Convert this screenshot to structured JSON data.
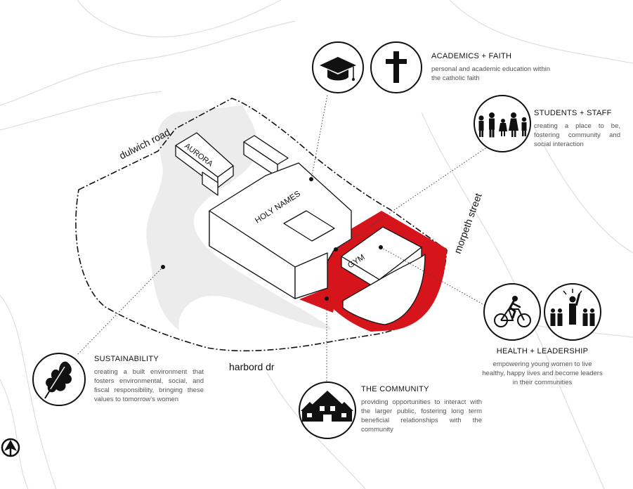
{
  "labels": {
    "aurora": "AURORA",
    "holy_names": "HOLY NAMES",
    "gym": "GYM",
    "dulwich": "dulwich road",
    "morpeth": "morpeth street",
    "harbord": "harbord dr"
  },
  "blocks": {
    "academics": {
      "title": "ACADEMICS + FAITH",
      "text": "personal and academic education within the catholic faith"
    },
    "students": {
      "title": "STUDENTS + STAFF",
      "text": "creating a place to be, fostering community and social interaction"
    },
    "health": {
      "title": "HEALTH + LEADERSHIP",
      "text": "empowering young women to live healthy, happy lives and become leaders in their communities"
    },
    "community": {
      "title": "THE COMMUNITY",
      "text": "providing opportunities to interact with the larger public, fostering long term beneficial relationships with the community"
    },
    "sustainability": {
      "title": "SUSTAINABILITY",
      "text": "creating a built environment that fosters environmental, social, and fiscal responsibility, bringing these values to tomorrow's women"
    }
  },
  "colors": {
    "accent": "#d6141c",
    "ink": "#111111",
    "terrain": "#ececec",
    "contour": "#dcdcdc"
  },
  "icons": [
    "graduation-cap-icon",
    "cross-icon",
    "people-group-icon",
    "cyclist-icon",
    "leader-icon",
    "houses-icon",
    "oak-leaf-icon",
    "north-arrow-icon"
  ]
}
